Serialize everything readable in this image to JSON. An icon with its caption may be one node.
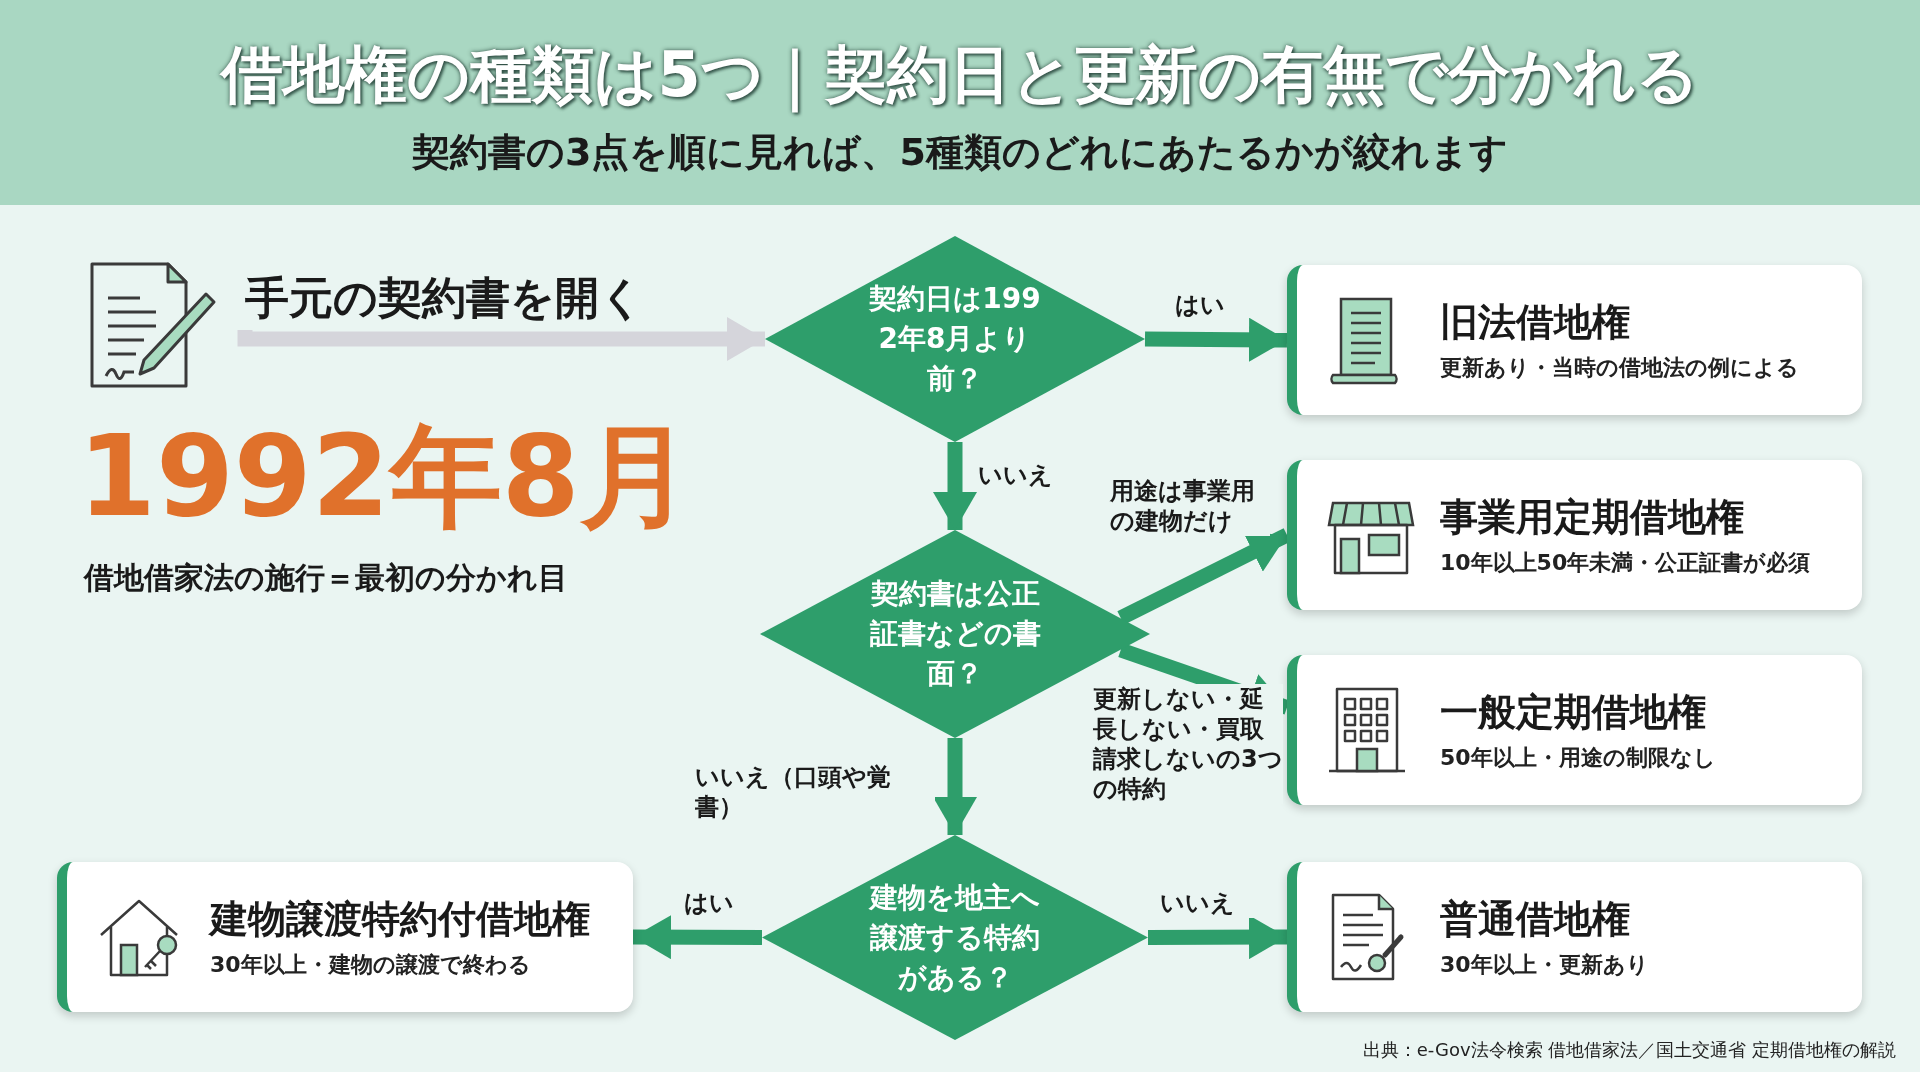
{
  "diagram": {
    "title": "借地権の種類は5つ｜契約日と更新の有無で分かれる",
    "nodes": [
      {
        "text": [
          "手元の契約書を開く"
        ]
      },
      {
        "text": [
          "契約日は1992年8月より前？"
        ]
      },
      {
        "text": [
          "旧法借地権",
          "更新あり・当時の借地法の例による"
        ]
      },
      {
        "text": [
          "契約書は公正証書などの書面？"
        ]
      },
      {
        "text": [
          "事業用定期借地権",
          "10年以上50年未満・公正証書が必須"
        ]
      },
      {
        "text": [
          "一般定期借地権",
          "50年以上・用途の制限なし"
        ]
      },
      {
        "text": [
          "建物を地主へ譲渡する特約がある？"
        ]
      },
      {
        "text": [
          "建物譲渡特約付借地権",
          "30年以上・建物の譲渡で終わる"
        ]
      },
      {
        "text": [
          "普通借地権",
          "30年以上・更新あり"
        ]
      }
    ],
    "edges": [
      {
        "from": 0,
        "to": 1,
        "arrow": "to",
        "color": "#d5d5db"
      },
      {
        "from": 1,
        "to": 2,
        "arrow": "to",
        "label": "はい"
      },
      {
        "from": 1,
        "to": 3,
        "arrow": "to",
        "label": "いいえ"
      },
      {
        "from": 3,
        "to": 4,
        "arrow": "to",
        "label": "用途は事業用の建物だけ"
      },
      {
        "from": 3,
        "to": 5,
        "arrow": "to",
        "label": "更新しない・延長しない・買取請求しないの3つの特約"
      },
      {
        "from": 3,
        "to": 6,
        "arrow": "to",
        "label": "いいえ（口頭や覚書）"
      },
      {
        "from": 6,
        "to": 7,
        "arrow": "to",
        "label": "はい"
      },
      {
        "from": 6,
        "to": 8,
        "arrow": "to",
        "label": "いいえ"
      }
    ],
    "labels": [
      "契約書の3点を順に見れば、5種類のどれにあたるかが絞れます",
      "1992年8月",
      "借地借家法の施行＝最初の分かれ目",
      "出典：e-Gov法令検索 借地借家法／国土交通省 定期借地権の解説"
    ]
  }
}
